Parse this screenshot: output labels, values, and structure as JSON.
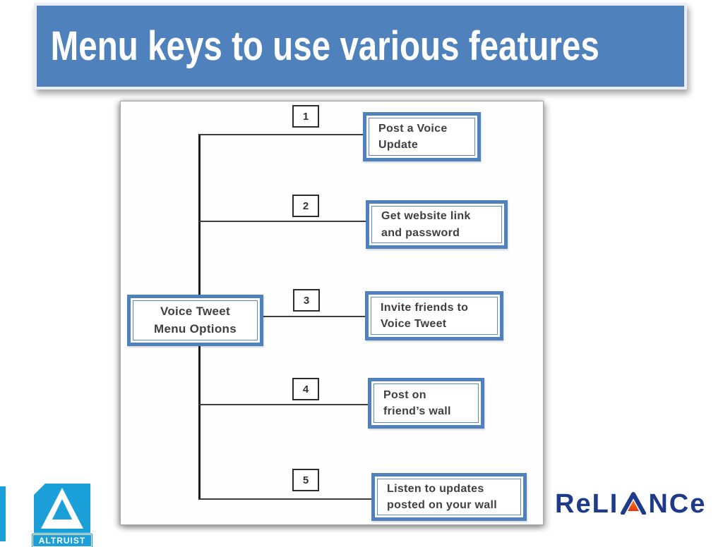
{
  "slide": {
    "title": "Menu keys to use various features"
  },
  "diagram": {
    "root": {
      "label": "Voice Tweet\nMenu Options"
    },
    "items": [
      {
        "key": "1",
        "label": "Post a Voice\nUpdate"
      },
      {
        "key": "2",
        "label": "Get website link\nand password"
      },
      {
        "key": "3",
        "label": "Invite friends to\nVoice Tweet"
      },
      {
        "key": "4",
        "label": "Post on\nfriend’s wall"
      },
      {
        "key": "5",
        "label": "Listen to updates\nposted on your wall"
      }
    ]
  },
  "logos": {
    "altruist": {
      "label": "ALTRUIST"
    },
    "reliance": {
      "part1": "ReLI",
      "part2": "NCe"
    }
  },
  "colors": {
    "title_bg": "#4f81bd",
    "box_border": "#4f81bd",
    "altruist_blue": "#1a9fd9",
    "reliance_navy": "#1e3a8a",
    "reliance_red": "#e63312",
    "reliance_orange": "#f58220"
  }
}
